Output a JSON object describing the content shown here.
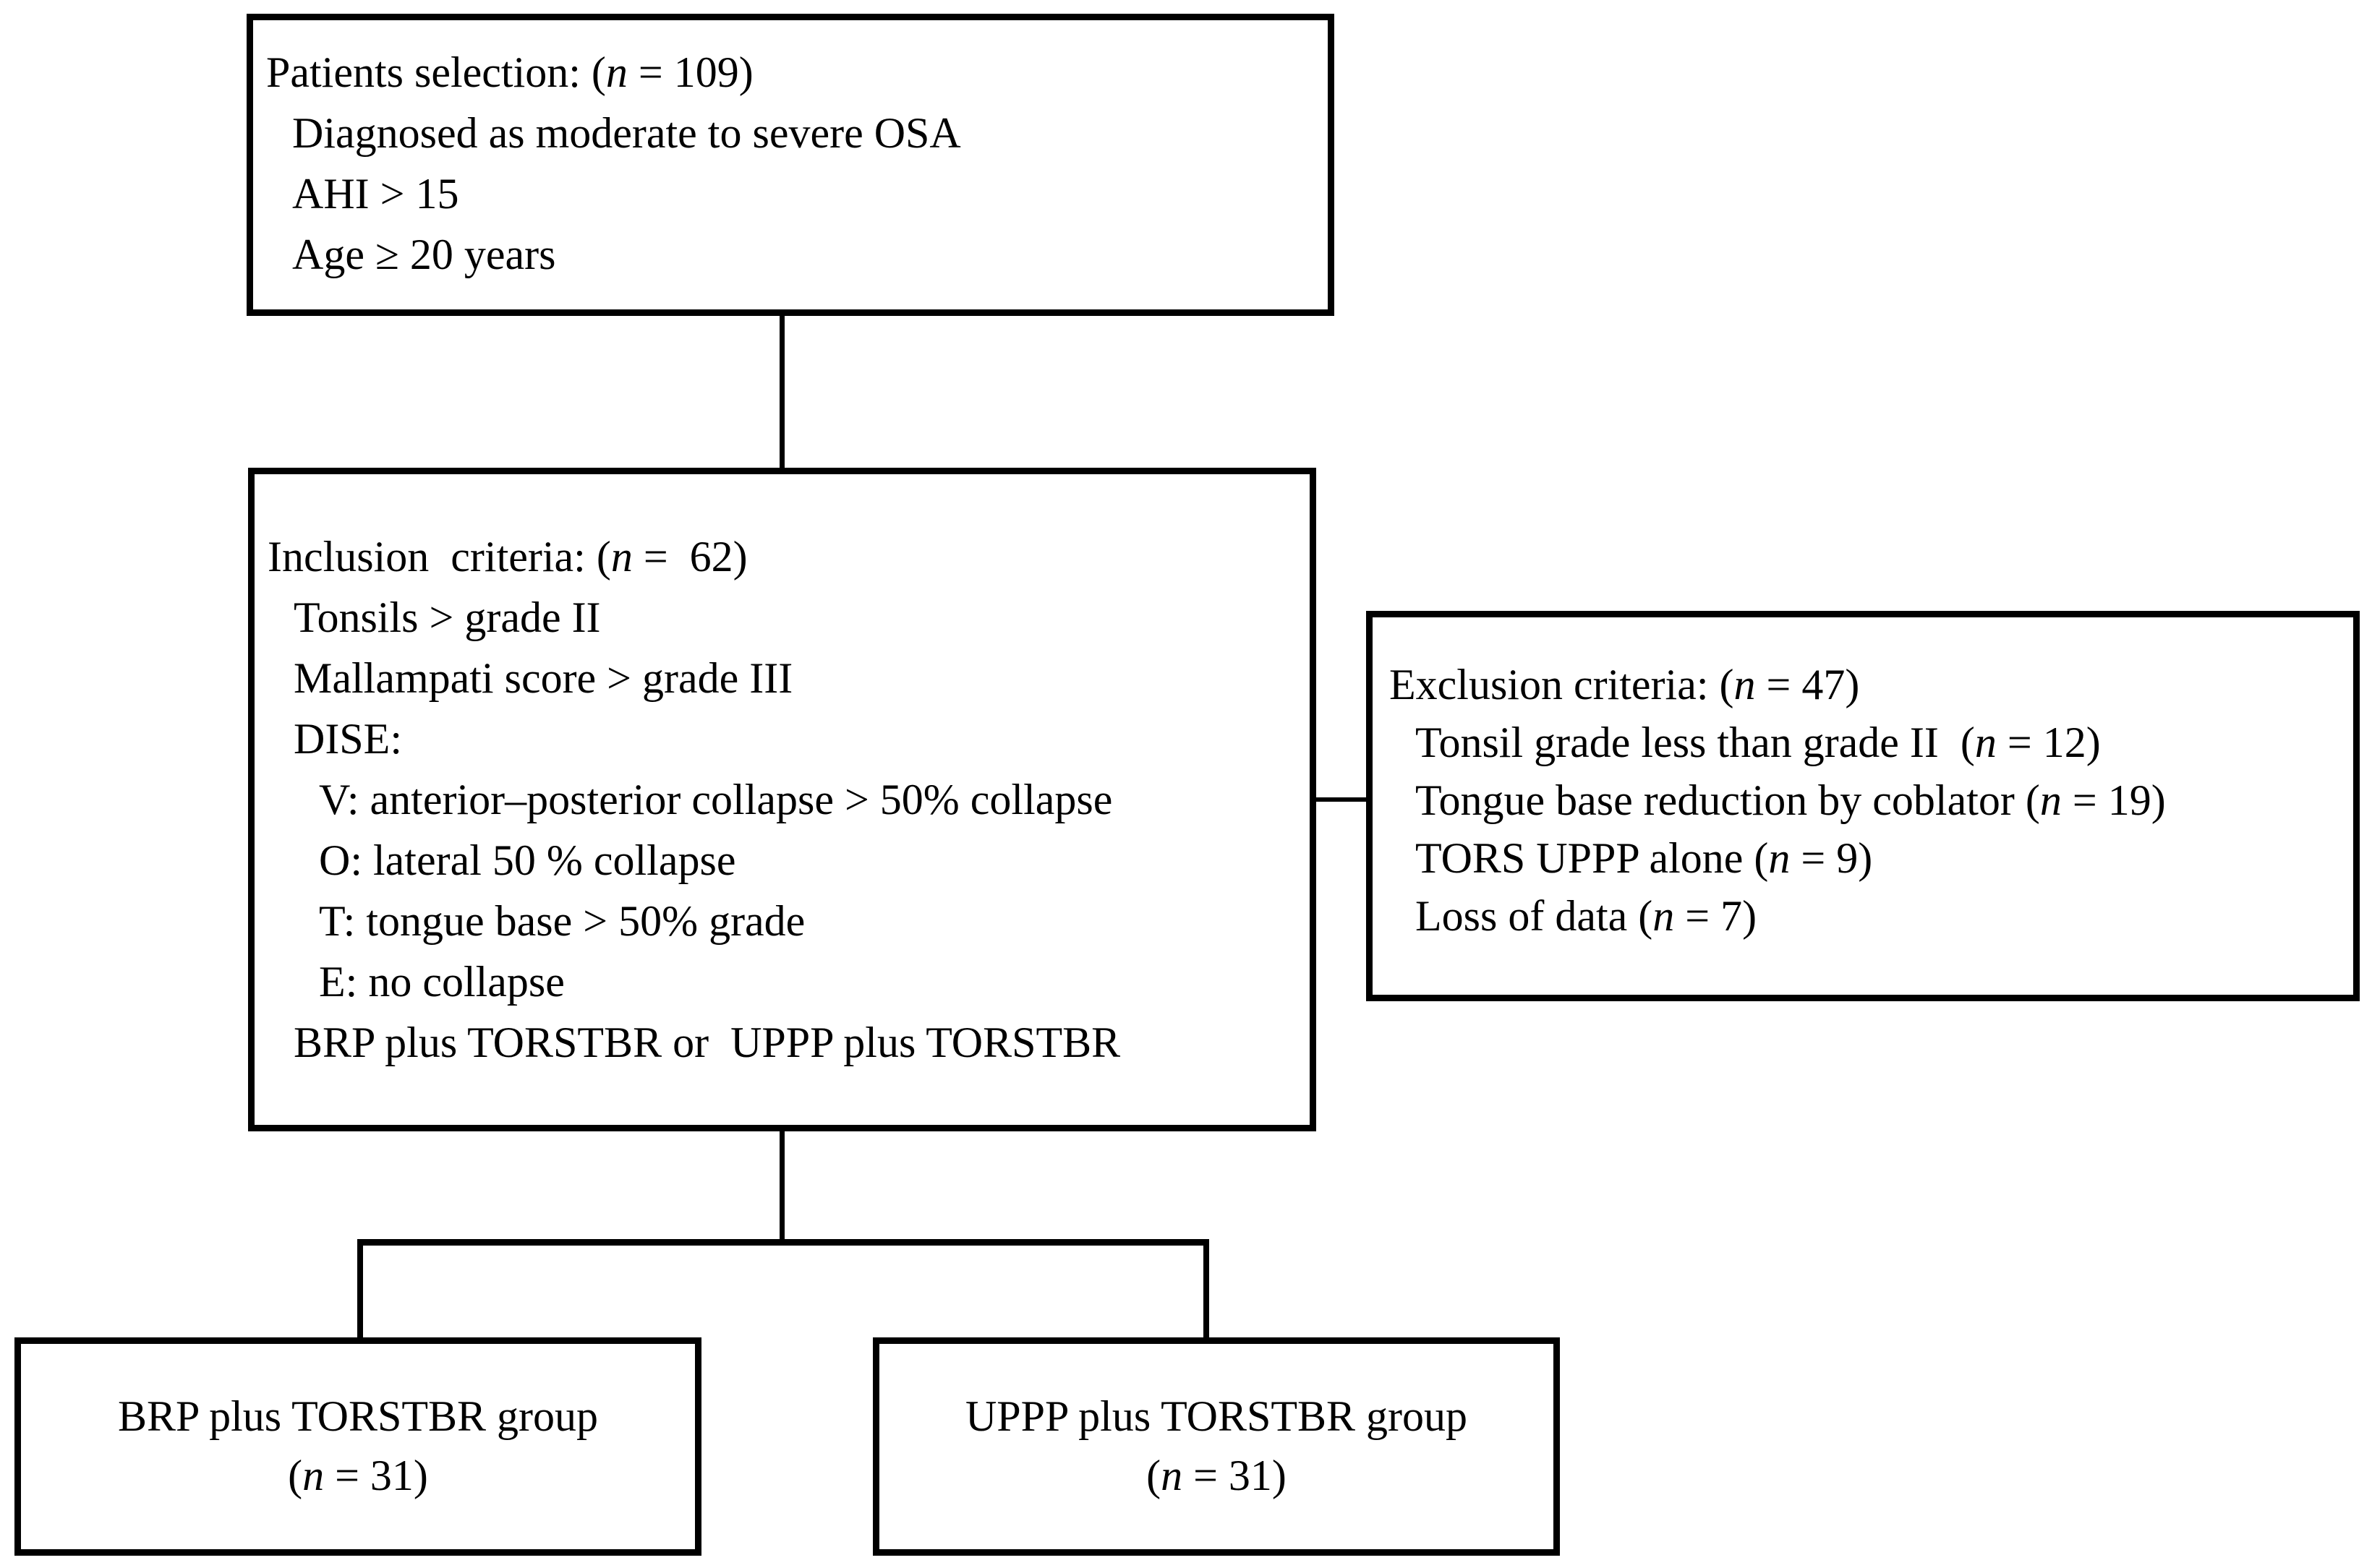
{
  "figure_title": "Patient selection flowchart",
  "colors": {
    "background": "#ffffff",
    "border": "#000000",
    "text": "#000000",
    "connector": "#000000"
  },
  "boxes": {
    "patients": {
      "lines": [
        {
          "text": "Patients selection: (n = 109)",
          "indent": 0
        },
        {
          "text": "Diagnosed as moderate to severe OSA",
          "indent": 1
        },
        {
          "text": "AHI > 15",
          "indent": 1
        },
        {
          "text": "Age ≥ 20 years",
          "indent": 1
        }
      ]
    },
    "inclusion": {
      "lines": [
        {
          "text": "Inclusion  criteria: (n =  62)",
          "indent": 0
        },
        {
          "text": "Tonsils > grade II",
          "indent": 1
        },
        {
          "text": "Mallampati score > grade III",
          "indent": 1
        },
        {
          "text": "DISE:",
          "indent": 1
        },
        {
          "text": "V: anterior–posterior collapse > 50% collapse",
          "indent": 2
        },
        {
          "text": "O: lateral 50 % collapse",
          "indent": 2
        },
        {
          "text": "T: tongue base > 50% grade",
          "indent": 2
        },
        {
          "text": "E: no collapse",
          "indent": 2
        },
        {
          "text": "BRP plus TORSTBR or  UPPP plus TORSTBR",
          "indent": 1
        }
      ]
    },
    "exclusion": {
      "lines": [
        {
          "text": "Exclusion criteria: (n = 47)",
          "indent": 0
        },
        {
          "text": "Tonsil grade less than grade II  (n = 12)",
          "indent": 1
        },
        {
          "text": "Tongue base reduction by coblator (n = 19)",
          "indent": 1
        },
        {
          "text": "TORS UPPP alone (n = 9)",
          "indent": 1
        },
        {
          "text": "Loss of data (n = 7)",
          "indent": 1
        }
      ]
    },
    "group_brp": {
      "lines": [
        {
          "text": "BRP plus TORSTBR group"
        },
        {
          "text": "(n = 31)"
        }
      ]
    },
    "group_uppp": {
      "lines": [
        {
          "text": "UPPP plus TORSTBR group"
        },
        {
          "text": "(n = 31)"
        }
      ]
    }
  }
}
